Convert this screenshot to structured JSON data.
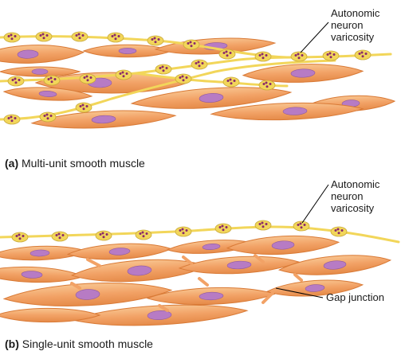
{
  "panel_a": {
    "varicosity_label": [
      "Autonomic",
      "neuron",
      "varicosity"
    ],
    "caption_letter": "(a)",
    "caption_text": "Multi-unit smooth muscle"
  },
  "panel_b": {
    "varicosity_label": [
      "Autonomic",
      "neuron",
      "varicosity"
    ],
    "gap_label": "Gap junction",
    "caption_letter": "(b)",
    "caption_text": "Single-unit smooth muscle"
  },
  "colors": {
    "cell_fill": "#f2a266",
    "cell_light": "#f8c48f",
    "cell_edge": "#d97a36",
    "nucleus": "#b77bc4",
    "nucleus_edge": "#8f5aa0",
    "axon": "#f2d65a",
    "axon_edge": "#c9a93a",
    "vesicle": "#8a2a6a",
    "pointer": "#000000"
  }
}
